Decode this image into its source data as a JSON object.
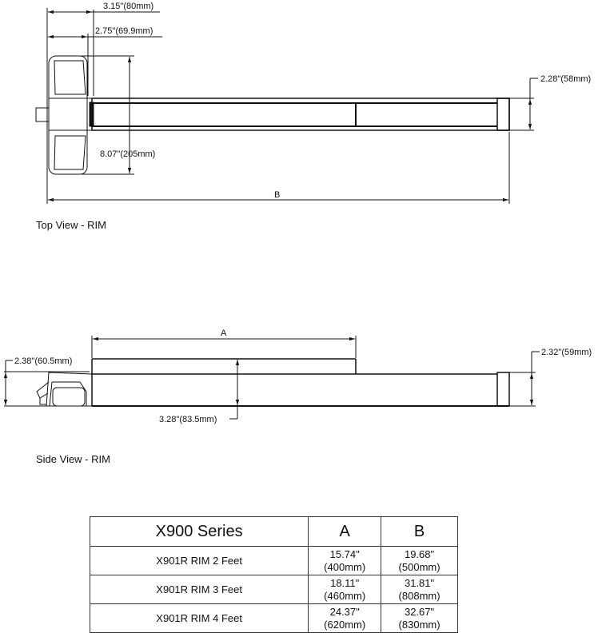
{
  "top_view": {
    "title": "Top View - RIM",
    "dim_overall_depth": "3.15\"(80mm)",
    "dim_handle_depth": "2.75\"(69.9mm)",
    "dim_handle_width": "8.07\"(205mm)",
    "dim_bar_height": "2.28\"(58mm)",
    "dim_length_label": "B"
  },
  "side_view": {
    "title": "Side View - RIM",
    "dim_section_label": "A",
    "dim_handle_height": "2.38\"(60.5mm)",
    "dim_step_height": "3.28\"(83.5mm)",
    "dim_bar_height": "2.32\"(59mm)"
  },
  "table": {
    "headers": [
      "X900 Series",
      "A",
      "B"
    ],
    "rows": [
      {
        "model": "X901R RIM 2 Feet",
        "a_in": "15.74\"",
        "a_mm": "(400mm)",
        "b_in": "19.68\"",
        "b_mm": "(500mm)"
      },
      {
        "model": "X901R RIM 3 Feet",
        "a_in": "18.11\"",
        "a_mm": "(460mm)",
        "b_in": "31.81\"",
        "b_mm": "(808mm)"
      },
      {
        "model": "X901R RIM 4 Feet",
        "a_in": "24.37\"",
        "a_mm": "(620mm)",
        "b_in": "32.67\"",
        "b_mm": "(830mm)"
      }
    ]
  }
}
